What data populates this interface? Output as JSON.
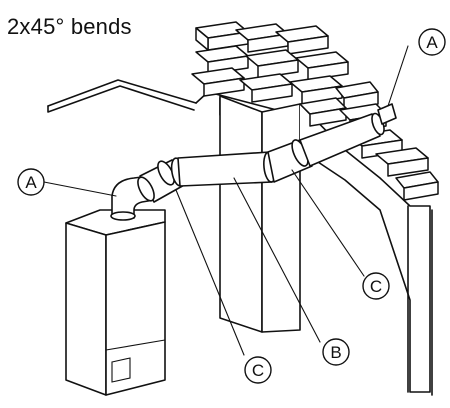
{
  "title": "2x45° bends",
  "callouts": {
    "a_left": "A",
    "a_right": "A",
    "b": "B",
    "c_left": "C",
    "c_right": "C"
  }
}
